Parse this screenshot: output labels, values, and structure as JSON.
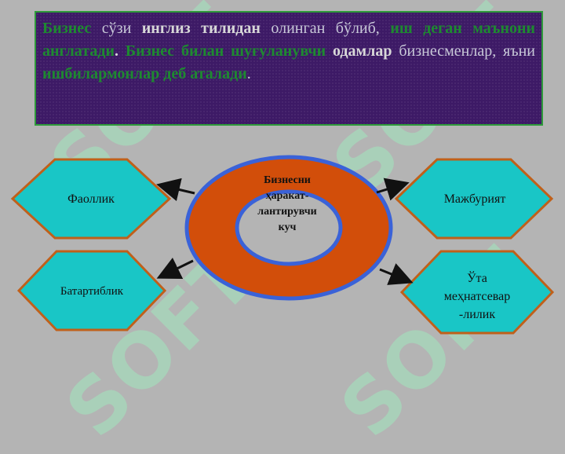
{
  "text_panel": {
    "segments": [
      {
        "text": "Бизнес",
        "style": "em"
      },
      {
        "text": " сўзи ",
        "style": "plain"
      },
      {
        "text": "инглиз тилидан",
        "style": "bw"
      },
      {
        "text": " олинган бўлиб, ",
        "style": "plain"
      },
      {
        "text": "иш деган маънони англатади",
        "style": "em"
      },
      {
        "text": ". ",
        "style": "bw"
      },
      {
        "text": "Бизнес билан шуғуланувчи",
        "style": "em"
      },
      {
        "text": " одамлар",
        "style": "bw"
      },
      {
        "text": " бизнесменлар, яъни ",
        "style": "plain"
      },
      {
        "text": "ишбилармонлар деб аталади",
        "style": "em"
      },
      {
        "text": ".",
        "style": "plain"
      }
    ]
  },
  "center": {
    "line1": "Бизнесни",
    "line2": "ҳаракат-",
    "line3": "лантирувчи",
    "line4": "куч"
  },
  "nodes": {
    "top_left": "Фаоллик",
    "bottom_left": "Батартиблик",
    "top_right": "Мажбурият",
    "bottom_right": {
      "line1": "Ўта",
      "line2": "меҳнатсевар",
      "line3": "-лилик"
    }
  },
  "watermark_text": "SOFT",
  "colors": {
    "background": "#b4b4b4",
    "panel": "#3d1a66",
    "panel_border": "#2e9a3a",
    "emphasis_text": "#1e8a30",
    "hexagon_fill": "#19c6c6",
    "hexagon_border": "#c0601a",
    "ring_fill": "#d24e0a",
    "ring_border": "#3a62d8",
    "inner_fill": "#b4b4b4"
  }
}
